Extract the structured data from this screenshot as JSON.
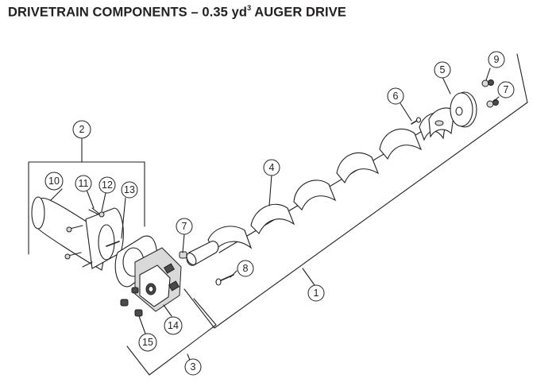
{
  "title": {
    "prefix": "DRIVETRAIN COMPONENTS – 0.35 yd",
    "superscript": "3",
    "suffix": " AUGER DRIVE"
  },
  "callouts": [
    {
      "id": "c1",
      "label": "1"
    },
    {
      "id": "c2",
      "label": "2"
    },
    {
      "id": "c3",
      "label": "3"
    },
    {
      "id": "c4",
      "label": "4"
    },
    {
      "id": "c5",
      "label": "5"
    },
    {
      "id": "c6",
      "label": "6"
    },
    {
      "id": "c7a",
      "label": "7"
    },
    {
      "id": "c7b",
      "label": "7"
    },
    {
      "id": "c8",
      "label": "8"
    },
    {
      "id": "c9",
      "label": "9"
    },
    {
      "id": "c10",
      "label": "10"
    },
    {
      "id": "c11",
      "label": "11"
    },
    {
      "id": "c12",
      "label": "12"
    },
    {
      "id": "c13",
      "label": "13"
    },
    {
      "id": "c14",
      "label": "14"
    },
    {
      "id": "c15",
      "label": "15"
    }
  ]
}
